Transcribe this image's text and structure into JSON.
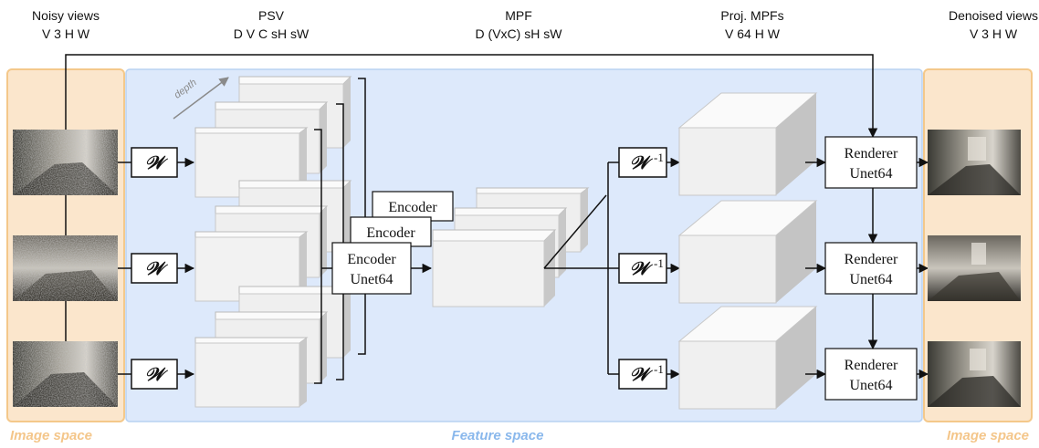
{
  "headers": [
    {
      "title": "Noisy views",
      "dims": "V 3 H W"
    },
    {
      "title": "PSV",
      "dims": "D V C sH sW"
    },
    {
      "title": "MPF",
      "dims": "D (VxC) sH sW"
    },
    {
      "title": "Proj. MPFs",
      "dims": "V 64 H W"
    },
    {
      "title": "Denoised views",
      "dims": "V 3 H W"
    }
  ],
  "labels": {
    "warp": "𝒲",
    "inverse_sup": "-1",
    "encoder": "Encoder",
    "unet": "Unet64",
    "renderer": "Renderer",
    "depth": "depth"
  },
  "spaces": {
    "left": "Image space",
    "middle": "Feature space",
    "right": "Image space"
  },
  "colors": {
    "image_space_fill": "#fbe6cc",
    "image_space_stroke": "#f4c88a",
    "image_space_label": "#f4c68a",
    "feature_space_fill": "#dde9fb",
    "feature_space_label": "#8ab8ec"
  }
}
